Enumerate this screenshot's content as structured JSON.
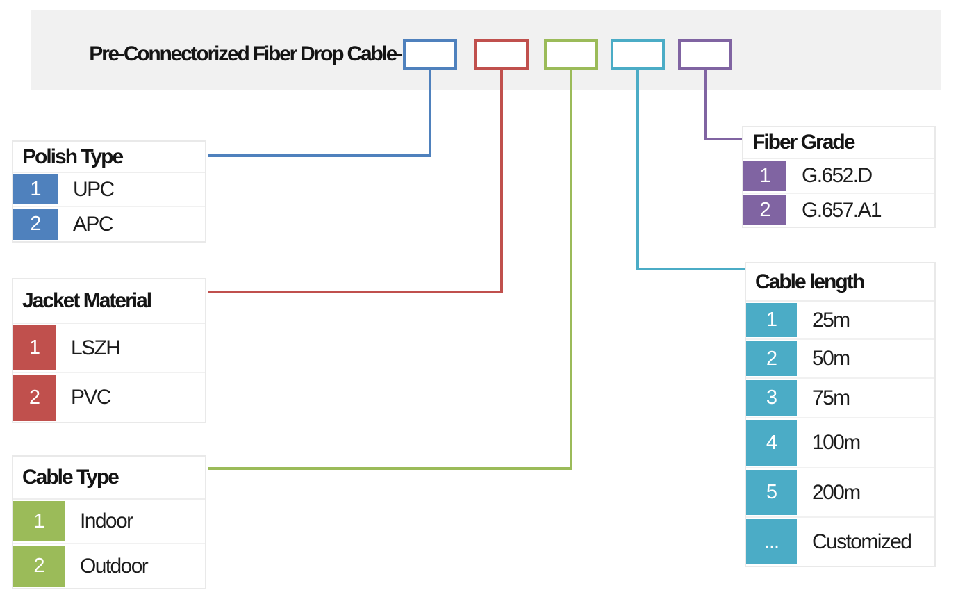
{
  "title": "Pre-Connectorized Fiber Drop Cable-",
  "colors": {
    "blue": "#4f81bd",
    "red": "#c0504d",
    "green": "#9bbb59",
    "teal": "#4bacc6",
    "purple": "#8064a2",
    "band_bg": "#f1f1f1"
  },
  "tables": {
    "polish_type": {
      "title": "Polish Type",
      "rows": [
        {
          "code": "1",
          "label": "UPC"
        },
        {
          "code": "2",
          "label": "APC"
        }
      ]
    },
    "jacket_material": {
      "title": "Jacket Material",
      "rows": [
        {
          "code": "1",
          "label": "LSZH"
        },
        {
          "code": "2",
          "label": "PVC"
        }
      ]
    },
    "cable_type": {
      "title": "Cable Type",
      "rows": [
        {
          "code": "1",
          "label": "Indoor"
        },
        {
          "code": "2",
          "label": "Outdoor"
        }
      ]
    },
    "fiber_grade": {
      "title": "Fiber Grade",
      "rows": [
        {
          "code": "1",
          "label": "G.652.D"
        },
        {
          "code": "2",
          "label": "G.657.A1"
        }
      ]
    },
    "cable_length": {
      "title": "Cable length",
      "rows": [
        {
          "code": "1",
          "label": "25m"
        },
        {
          "code": "2",
          "label": "50m"
        },
        {
          "code": "3",
          "label": "75m"
        },
        {
          "code": "4",
          "label": "100m"
        },
        {
          "code": "5",
          "label": "200m"
        },
        {
          "code": "...",
          "label": "Customized"
        }
      ]
    }
  }
}
